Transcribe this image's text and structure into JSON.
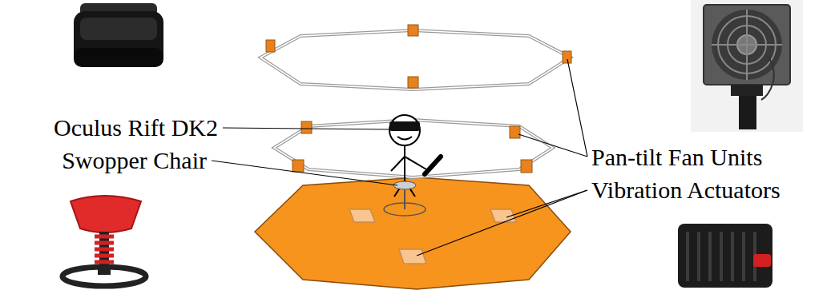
{
  "diagram": {
    "labels": [
      "Oculus Rift DK2",
      "Swopper Chair",
      "Pan-tilt Fan Units",
      "Vibration Actuators"
    ]
  }
}
